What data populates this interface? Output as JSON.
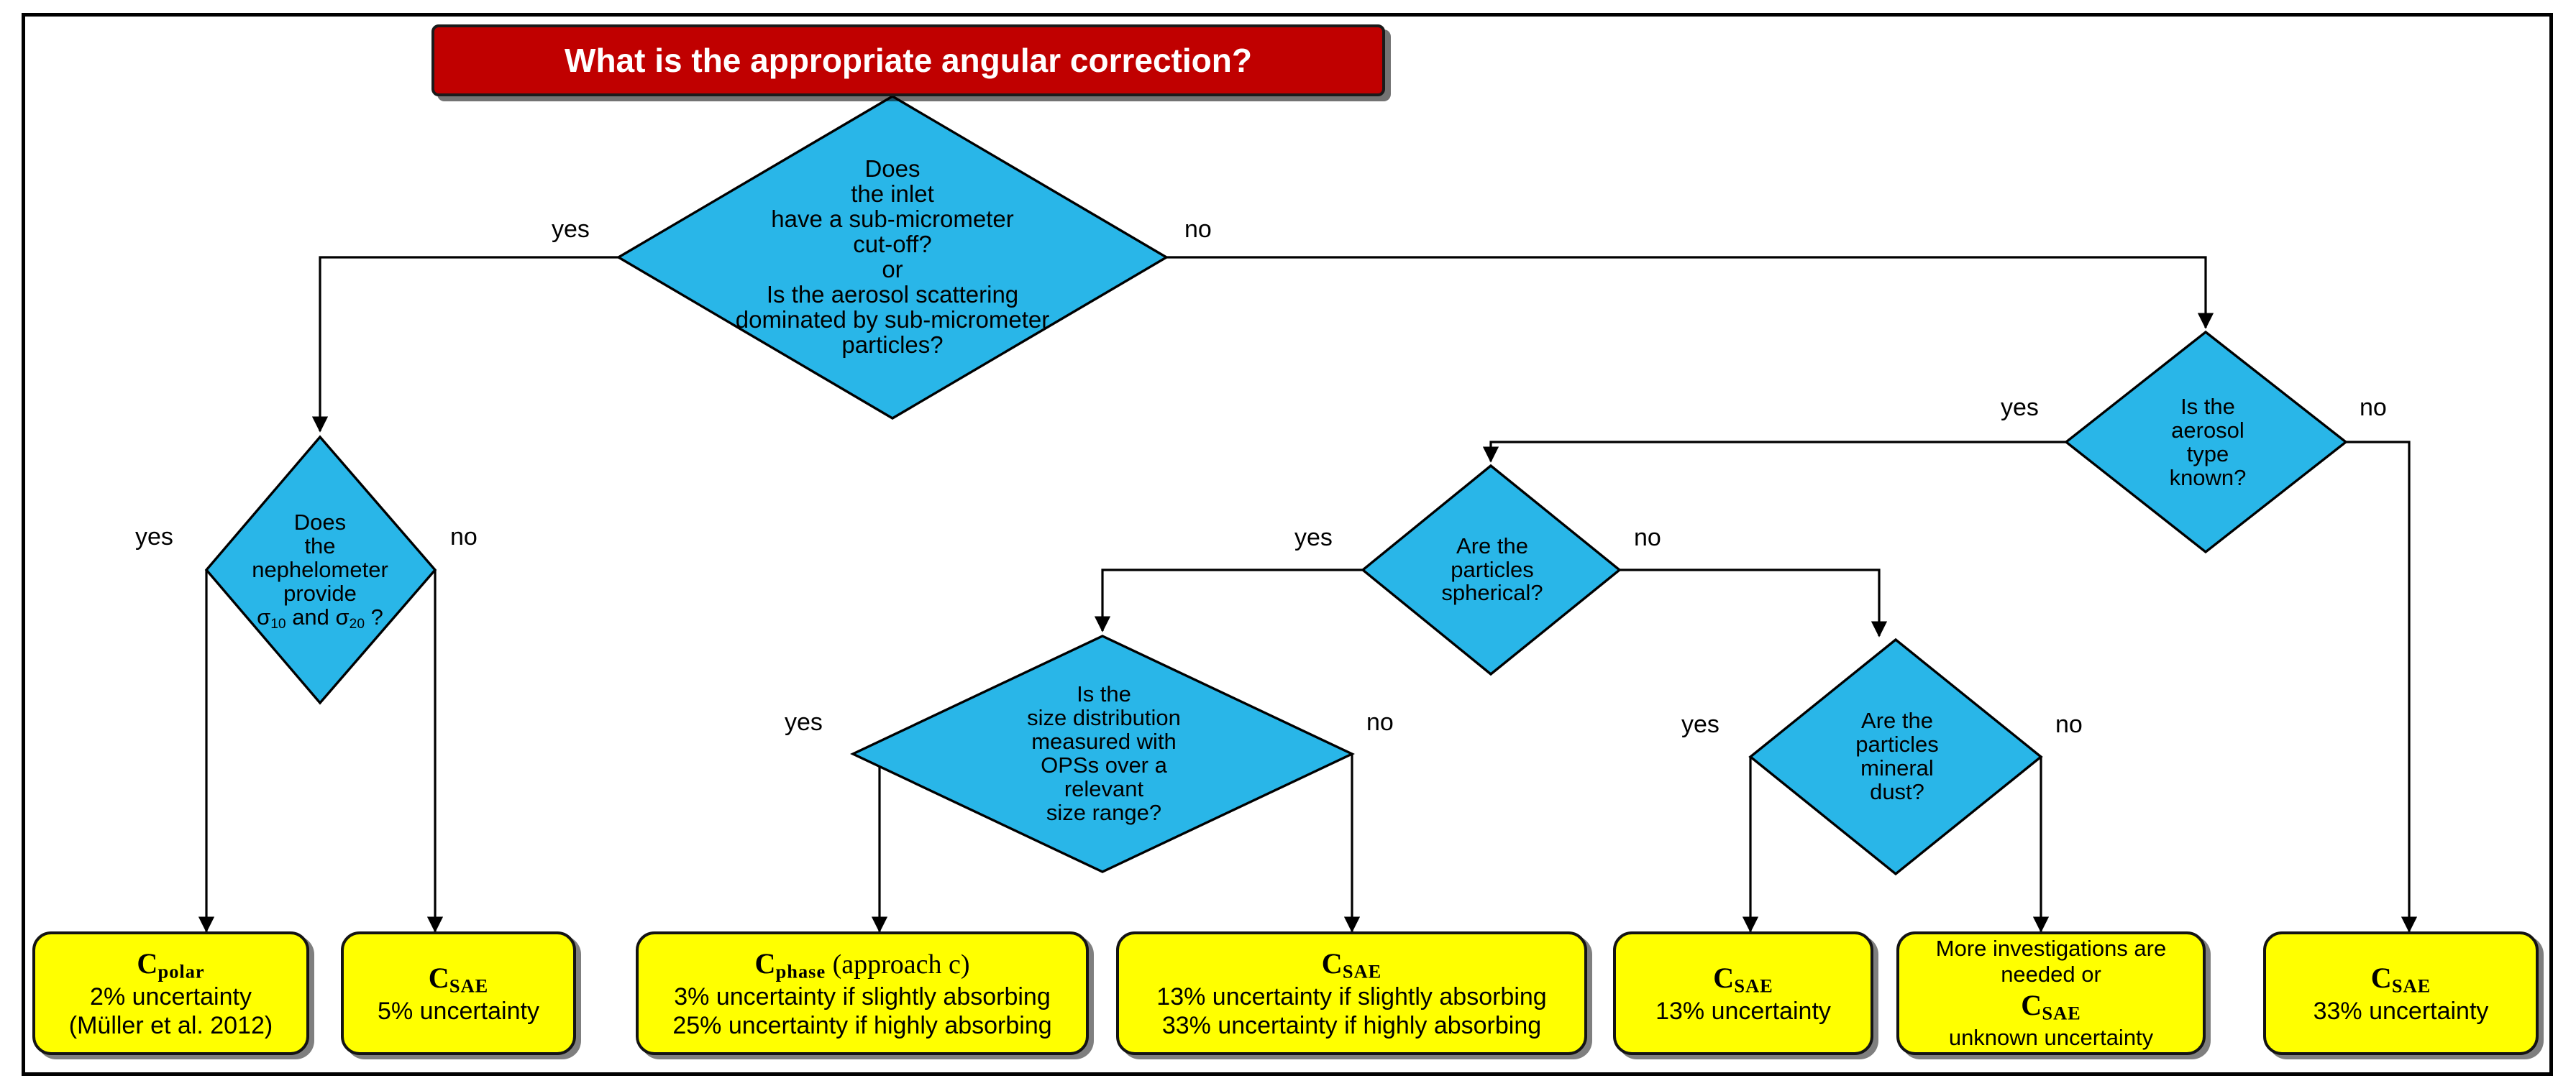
{
  "title": {
    "text": "What is the appropriate angular correction?",
    "bg": "#c00000",
    "fg": "#ffffff"
  },
  "palette": {
    "decision_fill": "#29b6e8",
    "result_fill": "#ffff00",
    "stroke": "#000000",
    "title_bg": "#c00000"
  },
  "decisions": [
    {
      "id": "inlet-cutoff",
      "lines": [
        "Does",
        "the inlet",
        "have a sub-micrometer",
        "cut-off?",
        "or",
        "Is the aerosol scattering",
        "dominated by sub-micrometer",
        "particles?"
      ],
      "yes_label": "yes",
      "no_label": "no"
    },
    {
      "id": "nephelometer-sigma",
      "lines": [
        "Does",
        "the",
        "nephelometer",
        "provide",
        "σ₁₀ and σ₂₀ ?"
      ],
      "yes_label": "yes",
      "no_label": "no"
    },
    {
      "id": "aerosol-type-known",
      "lines": [
        "Is the",
        "aerosol",
        "type",
        "known?"
      ],
      "yes_label": "yes",
      "no_label": "no"
    },
    {
      "id": "particles-spherical",
      "lines": [
        "Are the",
        "particles",
        "spherical?"
      ],
      "yes_label": "yes",
      "no_label": "no"
    },
    {
      "id": "size-distribution-ops",
      "lines": [
        "Is the",
        "size distribution",
        "measured with",
        "OPSs over a",
        "relevant",
        "size range?"
      ],
      "yes_label": "yes",
      "no_label": "no"
    },
    {
      "id": "particles-mineral-dust",
      "lines": [
        "Are the",
        "particles",
        "mineral",
        "dust?"
      ],
      "yes_label": "yes",
      "no_label": "no"
    }
  ],
  "results": [
    {
      "id": "c-polar",
      "symbol": "C",
      "subscript": "polar",
      "lines": [
        "2% uncertainty",
        "(Müller et  al. 2012)"
      ]
    },
    {
      "id": "c-sae-5",
      "symbol": "C",
      "subscript": "SAE",
      "lines": [
        "5% uncertainty"
      ]
    },
    {
      "id": "c-phase",
      "symbol": "C",
      "subscript": "phase",
      "suffix": "(approach c)",
      "lines": [
        "3% uncertainty if slightly absorbing",
        "25% uncertainty if highly absorbing"
      ]
    },
    {
      "id": "c-sae-13-33",
      "symbol": "C",
      "subscript": "SAE",
      "lines": [
        "13% uncertainty if slightly absorbing",
        "33% uncertainty if highly absorbing"
      ]
    },
    {
      "id": "c-sae-13",
      "symbol": "C",
      "subscript": "SAE",
      "lines": [
        "13% uncertainty"
      ]
    },
    {
      "id": "more-investigations",
      "pre_lines": [
        "More investigations are",
        "needed or"
      ],
      "symbol": "C",
      "subscript": "SAE",
      "lines": [
        "unknown uncertainty"
      ]
    },
    {
      "id": "c-sae-33",
      "symbol": "C",
      "subscript": "SAE",
      "lines": [
        "33% uncertainty"
      ]
    }
  ],
  "edge_labels": [
    {
      "id": "inlet-yes",
      "text": "yes"
    },
    {
      "id": "inlet-no",
      "text": "no"
    },
    {
      "id": "neph-yes",
      "text": "yes"
    },
    {
      "id": "neph-no",
      "text": "no"
    },
    {
      "id": "aerosoltype-yes",
      "text": "yes"
    },
    {
      "id": "aerosoltype-no",
      "text": "no"
    },
    {
      "id": "spherical-yes",
      "text": "yes"
    },
    {
      "id": "spherical-no",
      "text": "no"
    },
    {
      "id": "sizedist-yes",
      "text": "yes"
    },
    {
      "id": "sizedist-no",
      "text": "no"
    },
    {
      "id": "dust-yes",
      "text": "yes"
    },
    {
      "id": "dust-no",
      "text": "no"
    }
  ]
}
